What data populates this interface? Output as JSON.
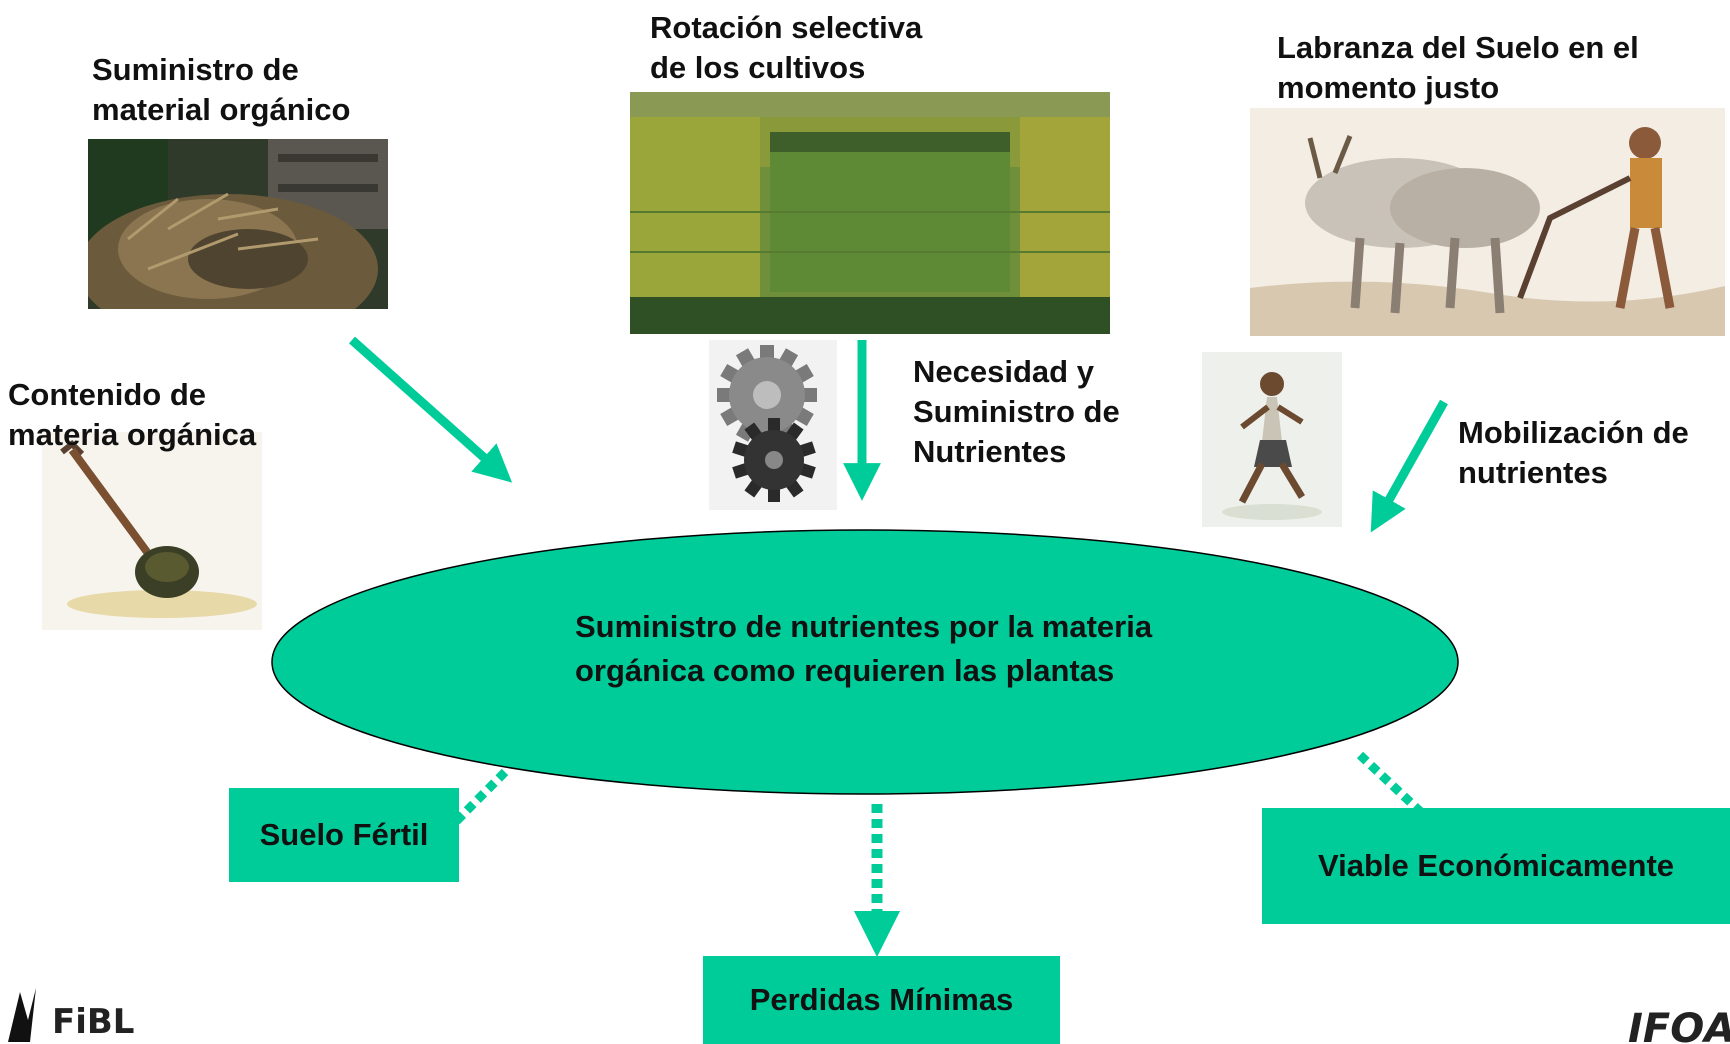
{
  "colors": {
    "accent": "#00cc99",
    "text": "#111111",
    "outline": "#000000"
  },
  "inputs": {
    "organic_supply": "Suministro de\nmaterial orgánico",
    "crop_rotation": "Rotación selectiva\nde los cultivos",
    "tillage": "Labranza del Suelo en el\nmomento justo",
    "organic_content": "Contenido de\nmateria orgánica",
    "nutrient_need": "Necesidad y\nSuministro de\nNutrientes",
    "nutrient_mobilization": "Mobilización de\nnutrientes"
  },
  "center": {
    "text": "Suministro de nutrientes por la materia\norgánica como requieren las plantas"
  },
  "outcomes": {
    "fertile_soil": "Suelo Fértil",
    "minimal_losses": "Perdidas Mínimas",
    "economic_viability": "Viable Económicamente"
  },
  "logos": {
    "left": "FiBL",
    "right": "IFOAM"
  }
}
